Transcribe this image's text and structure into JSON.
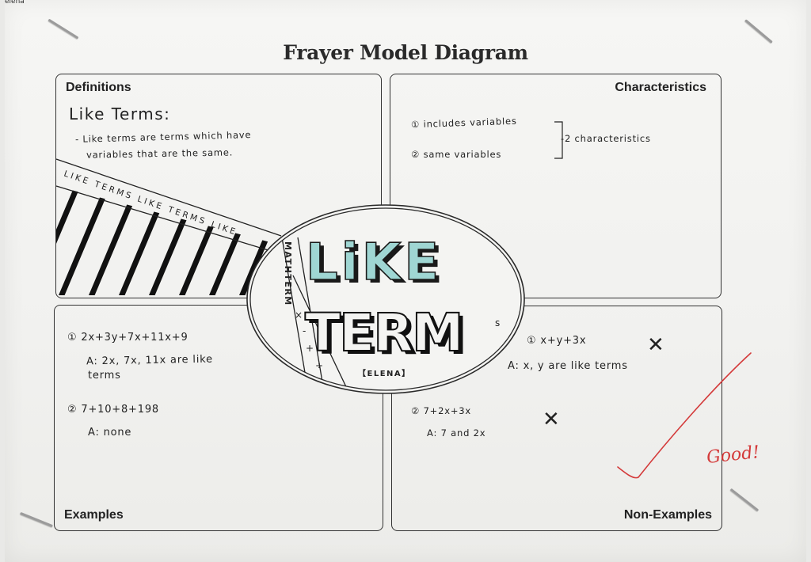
{
  "page": {
    "corner_name": "elena",
    "title": "Frayer Model Diagram",
    "background": "#f3f3f1",
    "line_color": "#333333",
    "accent_teal": "#9fd6d3",
    "check_red": "#d43a3a"
  },
  "definitions": {
    "label": "Definitions",
    "heading": "Like Terms:",
    "line1": "- Like terms are terms which have",
    "line2": "variables that are the same."
  },
  "banner": {
    "text": "LIKE TERMS LIKE TERMS LIKE"
  },
  "characteristics": {
    "label": "Characteristics",
    "item1": "① includes variables",
    "item2": "② same variables",
    "summary": "-2 characteristics"
  },
  "center": {
    "word1": "LiKE",
    "word2": "TERM",
    "suffix": "s",
    "side_text": "MATHTERM",
    "ops": [
      "×",
      "-",
      "+",
      "÷"
    ],
    "signature": "【ELENA】"
  },
  "examples": {
    "label": "Examples",
    "ex1": "① 2x+3y+7x+11x+9",
    "ans1a": "A: 2x, 7x, 11x are like",
    "ans1b": "terms",
    "ex2": "② 7+10+8+198",
    "ans2": "A: none"
  },
  "non_examples": {
    "label": "Non-Examples",
    "ex1": "① x+y+3x",
    "mark1": "✕",
    "ans1": "A: x, y are like terms",
    "ex2": "② 7+2x+3x",
    "mark2": "✕",
    "ans2": "A: 7 and 2x"
  },
  "grade": {
    "text": "Good!"
  }
}
